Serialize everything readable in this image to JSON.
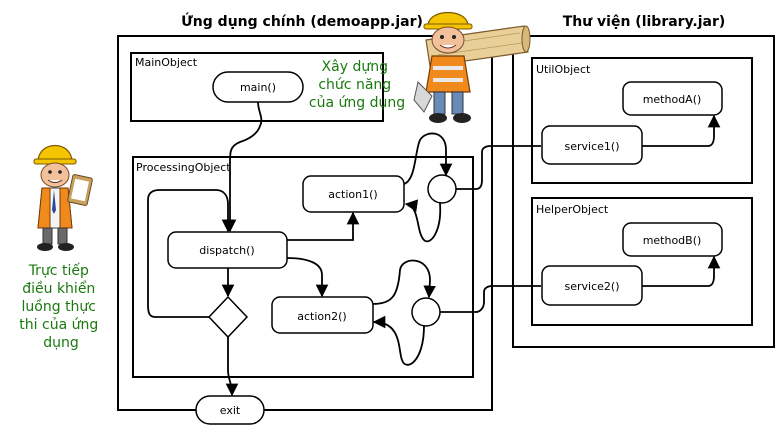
{
  "main_app": {
    "title": "Ứng dụng chính (demoapp.jar)"
  },
  "library": {
    "title": "Thư viện (library.jar)"
  },
  "main_object": {
    "label": "MainObject",
    "main_node": "main()"
  },
  "processing_object": {
    "label": "ProcessingObject",
    "dispatch": "dispatch()",
    "action1": "action1()",
    "action2": "action2()"
  },
  "exit": "exit",
  "util_object": {
    "label": "UtilObject",
    "method": "methodA()",
    "service": "service1()"
  },
  "helper_object": {
    "label": "HelperObject",
    "method": "methodB()",
    "service": "service2()"
  },
  "builder_caption": [
    "Xây dựng",
    "chức năng",
    "của ứng dụng"
  ],
  "controller_caption": [
    "Trực tiếp",
    "điều khiển",
    "luồng thực",
    "thi của ứng",
    "dụng"
  ],
  "colors": {
    "caption": "#1a7a10",
    "helmet": "#f5c400",
    "vest": "#f08a1c",
    "skin": "#f2c09a",
    "plank": "#e8cf98"
  }
}
